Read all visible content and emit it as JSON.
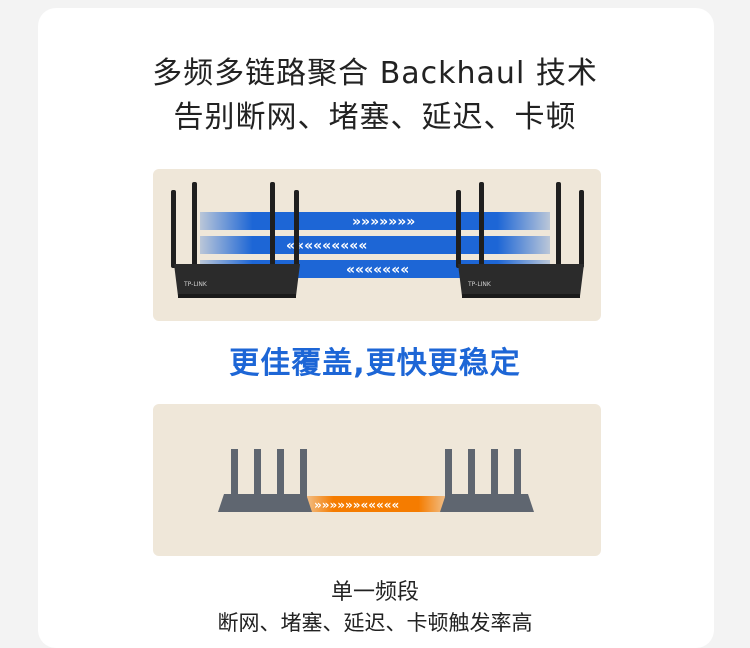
{
  "headline": {
    "line1": "多频多链路聚合 Backhaul 技术",
    "line2": "告别断网、堵塞、延迟、卡顿"
  },
  "top_panel": {
    "router_logo_text": "TP-LINK"
  },
  "subheadline": "更佳覆盖,更快更稳定",
  "bottom_caption": {
    "line1": "单一频段",
    "line2": "断网、堵塞、延迟、卡顿触发率高"
  },
  "colors": {
    "link_blue": "#1d66d6",
    "link_orange": "#f57c00",
    "panel_bg": "#efe7d9"
  }
}
